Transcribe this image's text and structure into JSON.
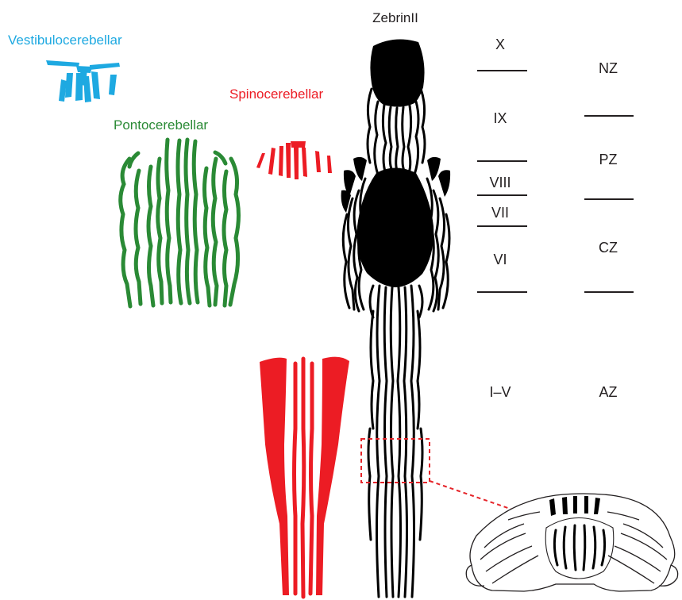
{
  "labels": {
    "vestibulo": "Vestibulocerebellar",
    "ponto": "Pontocerebellar",
    "spino": "Spinocerebellar",
    "zebrin": "ZebrinII"
  },
  "lobules": [
    "X",
    "IX",
    "VIII",
    "VII",
    "VI",
    "I–V"
  ],
  "zones": [
    "NZ",
    "PZ",
    "CZ",
    "AZ"
  ],
  "colors": {
    "vestibulo": "#1ea9e1",
    "ponto": "#2a8a35",
    "spino": "#ec1c24",
    "zebrin": "#000000",
    "ink": "#231f20",
    "inset_box": "#e5252a"
  }
}
